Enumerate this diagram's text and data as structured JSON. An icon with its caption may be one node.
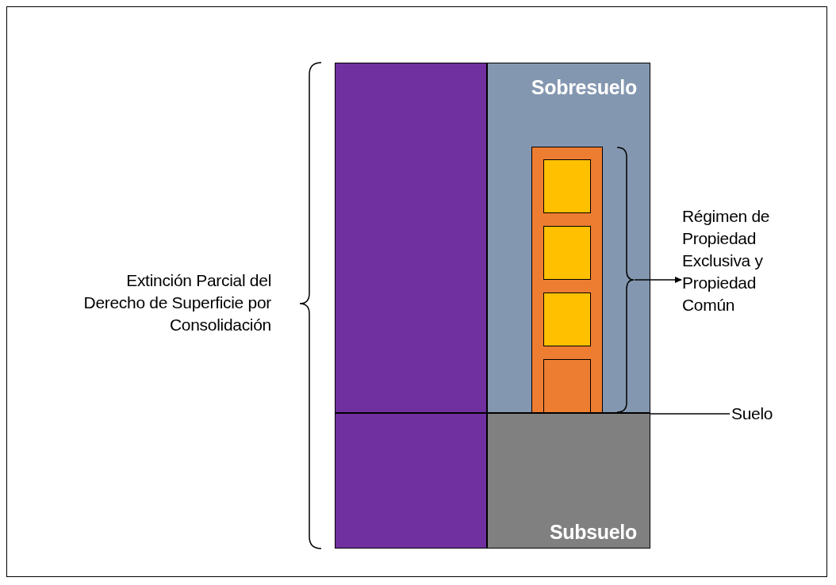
{
  "diagram": {
    "nodes": [
      {
        "text": [],
        "shape": "box"
      },
      {
        "text": [
          "Sobresuelo"
        ]
      },
      {
        "text": [],
        "shape": "picture",
        "in": 1
      },
      {
        "text": [
          "Régimen de Propiedad Exclusiva y Propiedad Común"
        ]
      },
      {
        "text": [],
        "shape": "line"
      },
      {
        "text": [
          "Suelo"
        ]
      },
      {
        "text": [],
        "shape": "box"
      },
      {
        "text": [
          "Subsuelo"
        ]
      }
    ],
    "edges": [
      {
        "from": 2,
        "to": 3,
        "arrow": "to"
      },
      {
        "from": 5,
        "to": 4,
        "arrow": "none"
      }
    ],
    "labels": [
      "Extinción Parcial del Derecho de Superficie por Consolidación"
    ]
  }
}
